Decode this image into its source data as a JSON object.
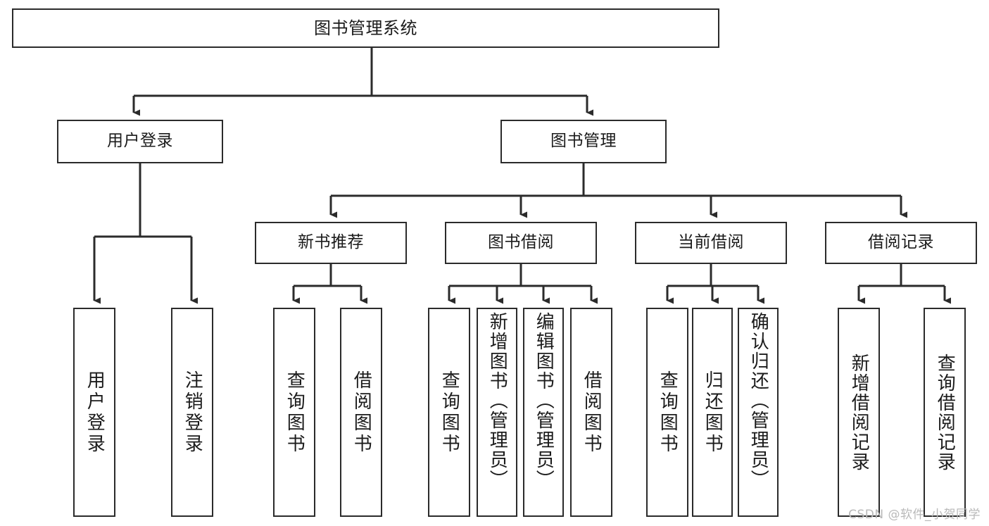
{
  "diagram": {
    "title": "图书管理系统",
    "type": "tree-hierarchy",
    "watermark": "CSDN @软件_小贺同学",
    "style": {
      "box_border_color": "#2b2b2b",
      "box_fill": "#ffffff",
      "edge_color": "#2b2b2b",
      "text_color": "#1b1b1b",
      "watermark_color": "#b9b9b9"
    },
    "nodes": {
      "root": {
        "label": "图书管理系统"
      },
      "level2": [
        {
          "id": "user-login",
          "label": "用户登录"
        },
        {
          "id": "book-management",
          "label": "图书管理"
        }
      ],
      "level3": [
        {
          "id": "new-book-recommend",
          "label": "新书推荐"
        },
        {
          "id": "book-borrow",
          "label": "图书借阅"
        },
        {
          "id": "current-borrow",
          "label": "当前借阅"
        },
        {
          "id": "borrow-record",
          "label": "借阅记录"
        }
      ],
      "leaves": {
        "user_login": [
          {
            "id": "leaf-user-login",
            "label": "用户登录"
          },
          {
            "id": "leaf-logout-login",
            "label": "注销登录"
          }
        ],
        "new_book_recommend": [
          {
            "id": "leaf-query-book-1",
            "label": "查询图书"
          },
          {
            "id": "leaf-borrow-book-1",
            "label": "借阅图书"
          }
        ],
        "book_borrow": [
          {
            "id": "leaf-query-book-2",
            "label": "查询图书"
          },
          {
            "id": "leaf-add-book-admin",
            "label": "新增图书（管理员）"
          },
          {
            "id": "leaf-edit-book-admin",
            "label": "编辑图书（管理员）"
          },
          {
            "id": "leaf-borrow-book-2",
            "label": "借阅图书"
          }
        ],
        "current_borrow": [
          {
            "id": "leaf-query-book-3",
            "label": "查询图书"
          },
          {
            "id": "leaf-return-book",
            "label": "归还图书"
          },
          {
            "id": "leaf-confirm-return-admin",
            "label": "确认归还（管理员）"
          }
        ],
        "borrow_record": [
          {
            "id": "leaf-add-borrow-record",
            "label": "新增借阅记录"
          },
          {
            "id": "leaf-query-borrow-record",
            "label": "查询借阅记录"
          }
        ]
      }
    }
  }
}
